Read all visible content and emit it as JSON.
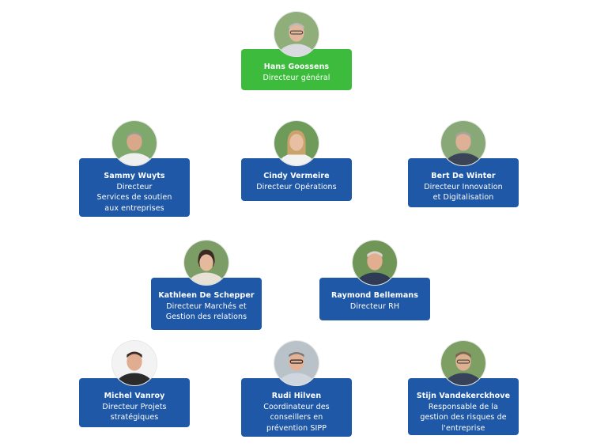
{
  "colors": {
    "ceo_card": "#3dbb3d",
    "card": "#1f58a6"
  },
  "people": [
    {
      "id": "hans",
      "name": "Hans Goossens",
      "role": [
        "Directeur général"
      ],
      "card_color": "#3dbb3d"
    },
    {
      "id": "sammy",
      "name": "Sammy Wuyts",
      "role": [
        "Directeur",
        "Services de soutien",
        "aux entreprises"
      ],
      "card_color": "#1f58a6"
    },
    {
      "id": "cindy",
      "name": "Cindy Vermeire",
      "role": [
        "Directeur Opérations"
      ],
      "card_color": "#1f58a6"
    },
    {
      "id": "bert",
      "name": "Bert De Winter",
      "role": [
        "Directeur Innovation",
        "et Digitalisation"
      ],
      "card_color": "#1f58a6"
    },
    {
      "id": "kathleen",
      "name": "Kathleen De Schepper",
      "role": [
        "Directeur Marchés et",
        "Gestion des relations"
      ],
      "card_color": "#1f58a6"
    },
    {
      "id": "raymond",
      "name": "Raymond Bellemans",
      "role": [
        "Directeur RH"
      ],
      "card_color": "#1f58a6"
    },
    {
      "id": "michel",
      "name": "Michel Vanroy",
      "role": [
        "Directeur Projets",
        "stratégiques"
      ],
      "card_color": "#1f58a6"
    },
    {
      "id": "rudi",
      "name": "Rudi Hilven",
      "role": [
        "Coordinateur des",
        "conseillers en",
        "prévention SIPP"
      ],
      "card_color": "#1f58a6"
    },
    {
      "id": "stijn",
      "name": "Stijn Vandekerckhove",
      "role": [
        "Responsable de la",
        "gestion des risques de",
        "l'entreprise"
      ],
      "card_color": "#1f58a6"
    }
  ]
}
